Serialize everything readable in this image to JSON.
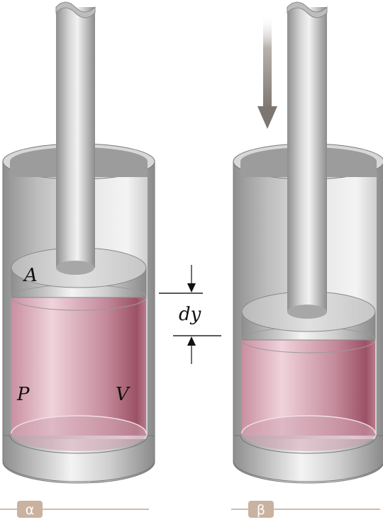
{
  "labels": {
    "area": "A",
    "pressure": "P",
    "volume": "V",
    "displacement": "dy"
  },
  "panels": [
    {
      "tag": "α"
    },
    {
      "tag": "β"
    }
  ],
  "colors": {
    "gas_light": "#f0d3dc",
    "gas_mid": "#cf98a9",
    "gas_dark": "#9c5166",
    "metal_light": "#f3f3f3",
    "metal_mid": "#c9c9c9",
    "metal_dark": "#8e8e8e",
    "arrow": "#8a847f",
    "tag_bg": "#c9b2a0",
    "tag_line": "#cdbcae"
  },
  "icons": {
    "motion_arrow": "down-arrow-icon"
  }
}
